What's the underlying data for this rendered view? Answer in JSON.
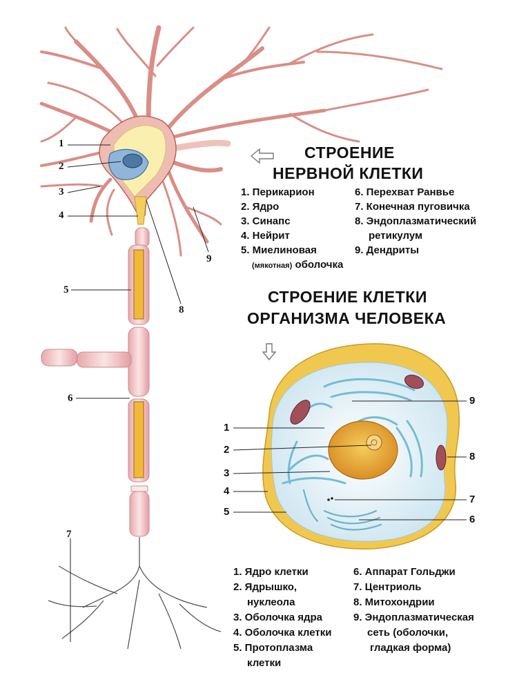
{
  "neuron": {
    "title_line1": "СТРОЕНИЕ",
    "title_line2": "НЕРВНОЙ КЛЕТКИ",
    "legend_left": [
      "1. Перикарион",
      "2. Ядро",
      "3. Синапс",
      "4. Нейрит",
      "5. Миелиновая"
    ],
    "legend_left_extra_small": "(мякотная)",
    "legend_left_extra": "оболочка",
    "legend_right": [
      "6. Перехват Ранвье",
      "7. Конечная пуговичка",
      "8. Эндоплазматический",
      "ретикулум",
      "9. Дендриты"
    ],
    "labels": [
      "1",
      "2",
      "3",
      "4",
      "5",
      "6",
      "7",
      "8",
      "9"
    ]
  },
  "cell": {
    "title_line1": "СТРОЕНИЕ КЛЕТКИ",
    "title_line2": "ОРГАНИЗМА ЧЕЛОВЕКА",
    "labels": [
      "1",
      "2",
      "3",
      "4",
      "5",
      "6",
      "7",
      "8",
      "9"
    ],
    "legend_left": [
      "1. Ядро клетки",
      "2. Ядрышко,",
      "нуклеола",
      "3. Оболочка ядра",
      "4. Оболочка клетки",
      "5. Протоплазма",
      "клетки"
    ],
    "legend_right": [
      "6. Аппарат Гольджи",
      "7. Центриоль",
      "8. Митохондрии",
      "9. Эндоплазматическая",
      "сеть (оболочки,",
      "гладкая форма)"
    ]
  },
  "colors": {
    "dendrite": "#e8a39c",
    "dendrite_stroke": "#b8645c",
    "soma_fill": "#f2c2b8",
    "soma_core": "#fbf0b8",
    "nucleus_blue": "#8fb6d9",
    "myelin": "#f6d7d7",
    "axon_core": "#f2b83a",
    "cell_outer": "#f2cc55",
    "cell_inner": "#dfeef6",
    "cell_nucleus": "#e9ad3d",
    "er_blue": "#7cc3d8",
    "mito": "#a24f5a"
  },
  "icons": {
    "arrow_left": "hollow-left-arrow-icon",
    "arrow_down": "hollow-down-arrow-icon"
  }
}
